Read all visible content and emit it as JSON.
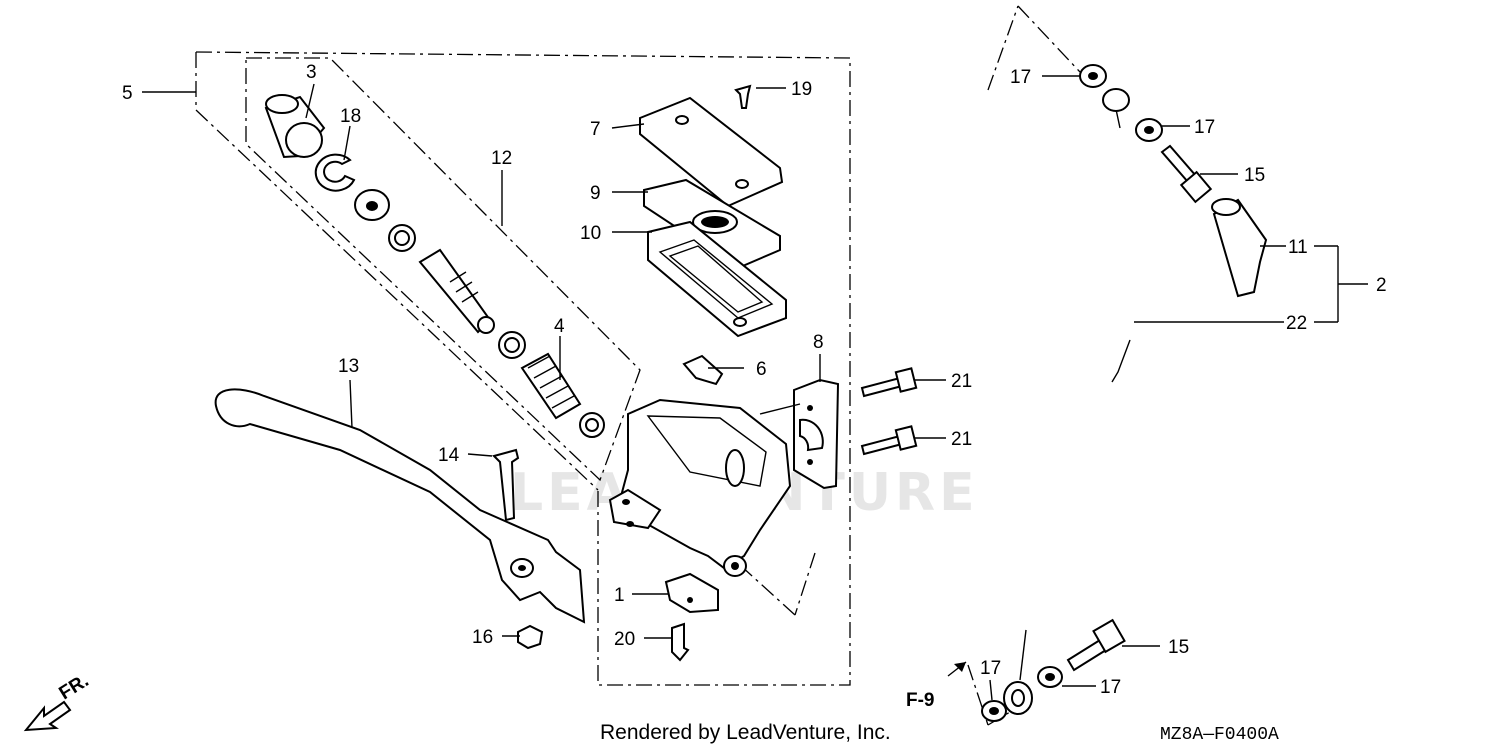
{
  "diagram": {
    "callouts": {
      "c1": "1",
      "c2": "2",
      "c3": "3",
      "c4": "4",
      "c5": "5",
      "c6": "6",
      "c7": "7",
      "c8": "8",
      "c9": "9",
      "c10": "10",
      "c11": "11",
      "c12": "12",
      "c13": "13",
      "c14": "14",
      "c15a": "15",
      "c15b": "15",
      "c16": "16",
      "c17a": "17",
      "c17b": "17",
      "c17c": "17",
      "c17d": "17",
      "c18": "18",
      "c19": "19",
      "c20": "20",
      "c21a": "21",
      "c21b": "21",
      "c22": "22"
    },
    "direction_label": "FR.",
    "ref_label": "F-9",
    "watermark": "LEADVENTURE",
    "footer": "Rendered by LeadVenture, Inc.",
    "diagram_code": "MZ8A—F0400A"
  }
}
